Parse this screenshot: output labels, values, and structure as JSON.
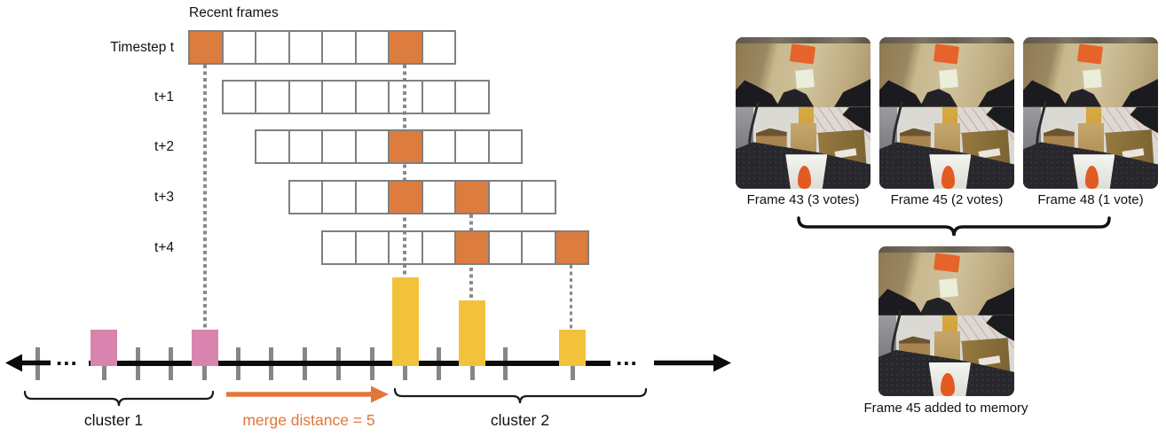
{
  "colors": {
    "orange_cell": "#DC7C3E",
    "pink_bar": "#D884AE",
    "yellow_bar": "#F3C23C",
    "box_border": "#7F7F7F",
    "tick_gray": "#85868A",
    "dot_gray": "#8A8A8A",
    "arrow_orange": "#E2763B",
    "line_black": "#0B0B0B"
  },
  "left_diagram": {
    "title": "Recent frames",
    "rows": [
      {
        "label": "Timestep t",
        "offset": 0,
        "cells": [
          1,
          0,
          0,
          0,
          0,
          0,
          1,
          0
        ]
      },
      {
        "label": "t+1",
        "offset": 1,
        "cells": [
          0,
          0,
          0,
          0,
          0,
          0,
          0,
          0
        ]
      },
      {
        "label": "t+2",
        "offset": 2,
        "cells": [
          0,
          0,
          0,
          0,
          1,
          0,
          0,
          0
        ]
      },
      {
        "label": "t+3",
        "offset": 3,
        "cells": [
          0,
          0,
          0,
          1,
          0,
          1,
          0,
          0
        ]
      },
      {
        "label": "t+4",
        "offset": 4,
        "cells": [
          0,
          0,
          0,
          0,
          1,
          0,
          0,
          1
        ]
      }
    ],
    "connectors": [
      {
        "column": 0,
        "from_row": 0,
        "to_tick": 5
      },
      {
        "column": 6,
        "from_row": 0,
        "to_tick": 11
      },
      {
        "column": 8,
        "from_row": 3,
        "to_tick": 13
      },
      {
        "column": 11,
        "from_row": 4,
        "to_tick": 16
      }
    ],
    "timeline": {
      "ticks": [
        0,
        2,
        3,
        4,
        5,
        6,
        7,
        8,
        9,
        10,
        11,
        12,
        13,
        14,
        16
      ],
      "bars": [
        {
          "tick": 2,
          "color": "pink",
          "votes": 1
        },
        {
          "tick": 5,
          "color": "pink",
          "votes": 1
        },
        {
          "tick": 11,
          "color": "yellow",
          "votes": 3
        },
        {
          "tick": 13,
          "color": "yellow",
          "votes": 2
        },
        {
          "tick": 16,
          "color": "yellow",
          "votes": 1
        }
      ],
      "ellipsis_left": "...",
      "ellipsis_right": "..."
    },
    "annotations": {
      "cluster1_label": "cluster 1",
      "merge_label": "merge distance = 5",
      "cluster2_label": "cluster 2"
    }
  },
  "right_panel": {
    "candidates": [
      {
        "caption": "Frame 43 (3 votes)"
      },
      {
        "caption": "Frame 45 (2 votes)"
      },
      {
        "caption": "Frame 48 (1 vote)"
      }
    ],
    "result_caption": "Frame 45 added to memory"
  }
}
